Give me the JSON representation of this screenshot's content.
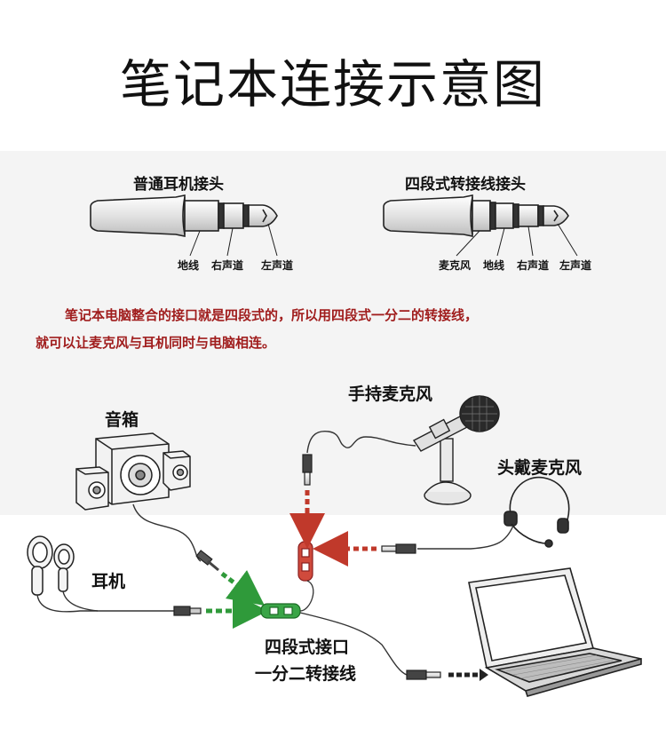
{
  "title": "笔记本连接示意图",
  "plugs": {
    "standard": {
      "heading": "普通耳机接头",
      "labels": [
        "地线",
        "右声道",
        "左声道"
      ]
    },
    "four_pole": {
      "heading": "四段式转接线接头",
      "labels": [
        "麦克风",
        "地线",
        "右声道",
        "左声道"
      ]
    }
  },
  "note": {
    "line1": "笔记本电脑整合的接口就是四段式的，所以用四段式一分二的转接线，",
    "line2": "就可以让麦克风与耳机同时与电脑相连。"
  },
  "diagram": {
    "speakers": "音箱",
    "earphones": "耳机",
    "handheld_mic": "手持麦克风",
    "headset_mic": "头戴麦克风",
    "adapter_line1": "四段式接口",
    "adapter_line2": "一分二转接线"
  },
  "colors": {
    "note_text": "#a01d1d",
    "audio_green": "#2f9a3a",
    "mic_red": "#c0392b",
    "line": "#333333"
  }
}
